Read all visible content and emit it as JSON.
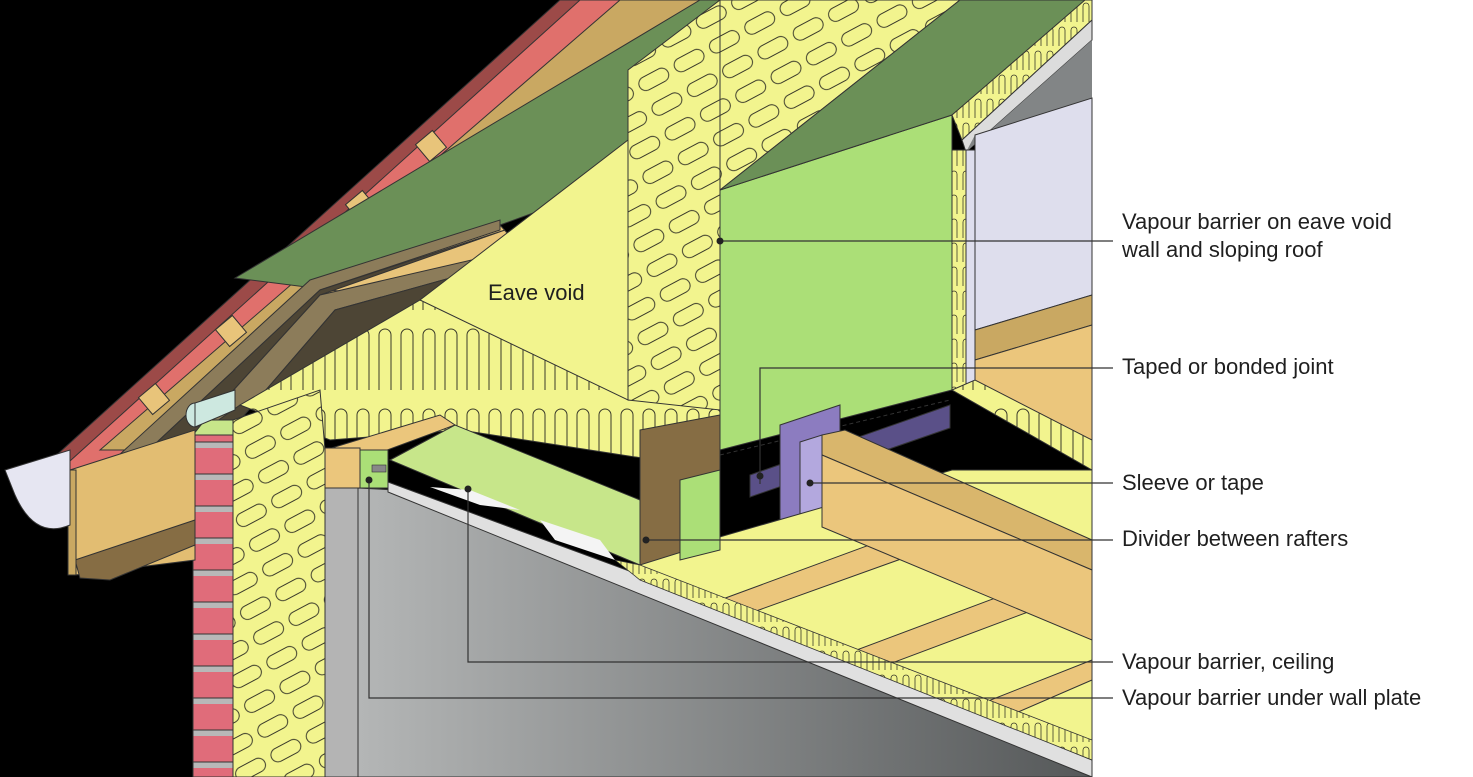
{
  "diagram": {
    "type": "isometric construction detail",
    "subject": "Eave void with vapour barrier detailing",
    "inline_labels": [
      {
        "id": "eave-void",
        "text": "Eave void"
      }
    ],
    "callouts": [
      {
        "id": "vb-eave-wall",
        "line1": "Vapour barrier on eave void",
        "line2": "wall and sloping roof"
      },
      {
        "id": "taped-joint",
        "line1": "Taped or bonded joint"
      },
      {
        "id": "sleeve-tape",
        "line1": "Sleeve or tape"
      },
      {
        "id": "divider",
        "line1": "Divider between rafters"
      },
      {
        "id": "vb-ceiling",
        "line1": "Vapour barrier, ceiling"
      },
      {
        "id": "vb-wall-plate",
        "line1": "Vapour barrier under wall plate"
      }
    ],
    "colors": {
      "background_left": "#000000",
      "background_right": "#ffffff",
      "roof_tiles": "#e0706c",
      "roof_tiles_dark": "#9c4a48",
      "battens": "#e8c47a",
      "roof_underlay": "#6b9057",
      "board": "#4d4535",
      "insulation": "#f2f48e",
      "vapour_barrier": "#abdf77",
      "vapour_barrier_light": "#c7e68a",
      "timber": "#ebc67c",
      "divider": "#866d44",
      "sleeve": "#8c7cc0",
      "tape": "#5a5088",
      "brick": "#e06c7a",
      "ceiling_grey": "#8c8f90",
      "wall_lavender": "#dedeed",
      "leader_line": "#333333"
    }
  }
}
